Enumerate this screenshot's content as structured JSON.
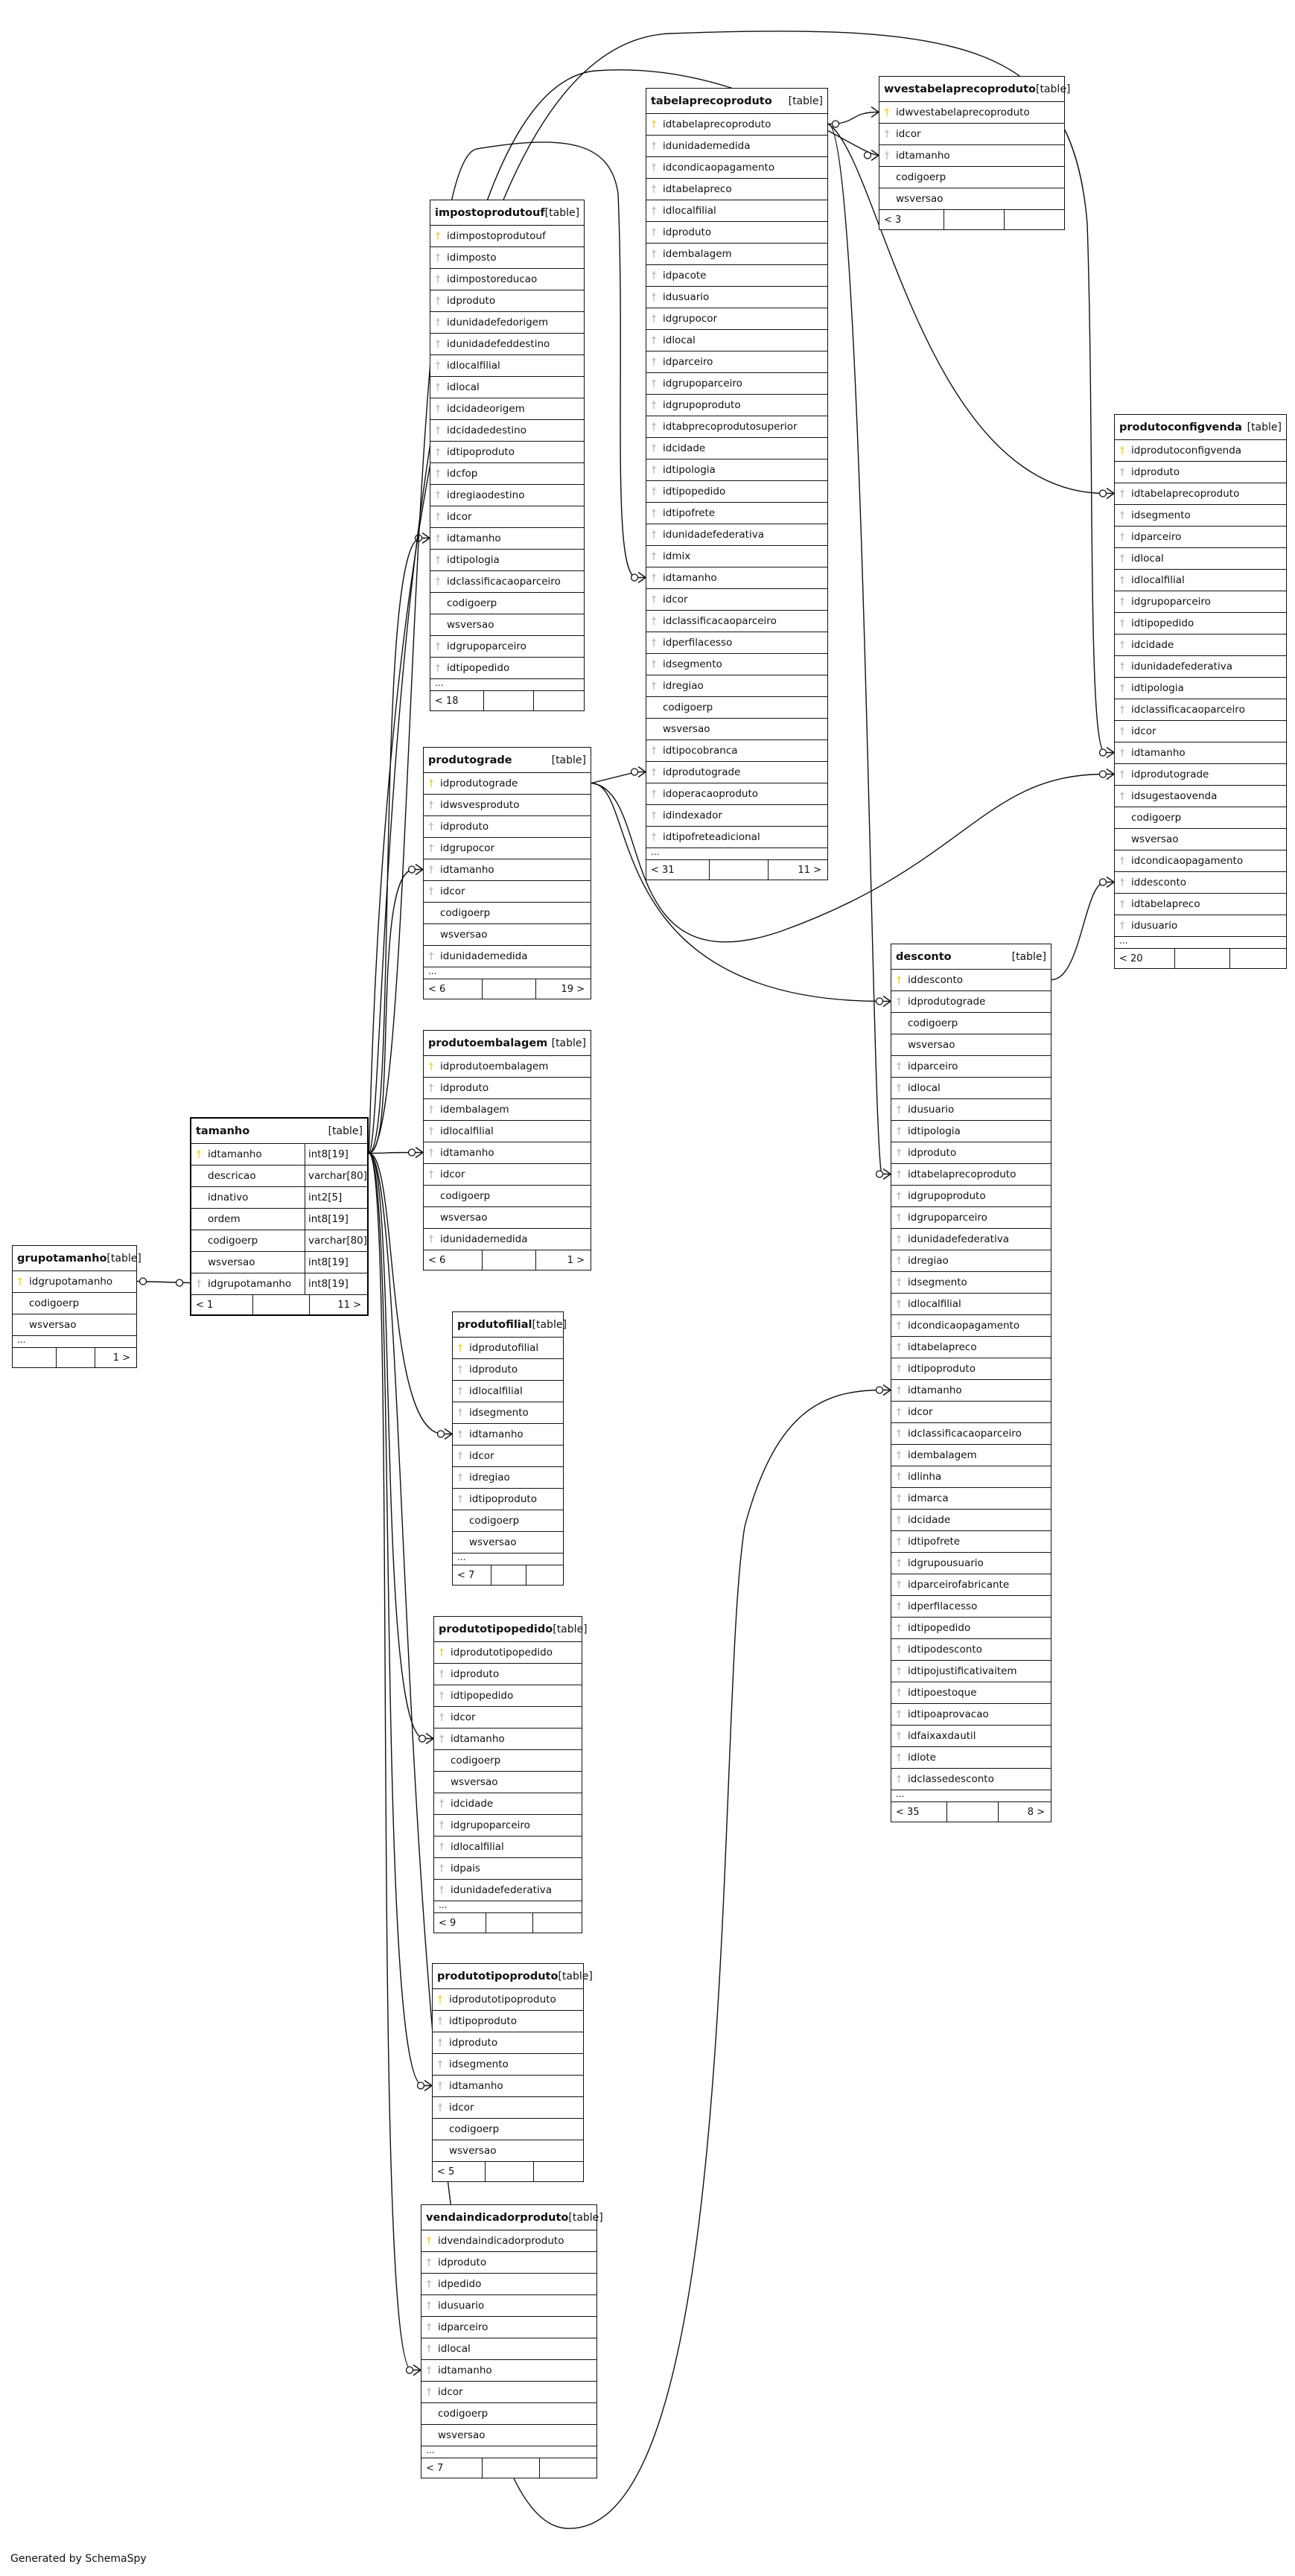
{
  "footer_text": "Generated by SchemaSpy",
  "table_tag": "[table]",
  "tables": [
    {
      "id": "impostoprodutouf",
      "name": "impostoprodutouf",
      "columns": [
        {
          "n": "idimpostoprodutouf",
          "k": "pk"
        },
        {
          "n": "idimposto",
          "k": "fk"
        },
        {
          "n": "idimpostoreducao",
          "k": "fk"
        },
        {
          "n": "idproduto",
          "k": "fk"
        },
        {
          "n": "idunidadefedorigem",
          "k": "fk"
        },
        {
          "n": "idunidadefeddestino",
          "k": "fk"
        },
        {
          "n": "idlocalfilial",
          "k": "fk"
        },
        {
          "n": "idlocal",
          "k": "fk"
        },
        {
          "n": "idcidadeorigem",
          "k": "fk"
        },
        {
          "n": "idcidadedestino",
          "k": "fk"
        },
        {
          "n": "idtipoproduto",
          "k": "fk"
        },
        {
          "n": "idcfop",
          "k": "fk"
        },
        {
          "n": "idregiaodestino",
          "k": "fk"
        },
        {
          "n": "idcor",
          "k": "fk"
        },
        {
          "n": "idtamanho",
          "k": "fk"
        },
        {
          "n": "idtipologia",
          "k": "fk"
        },
        {
          "n": "idclassificacaoparceiro",
          "k": "fk"
        },
        {
          "n": "codigoerp",
          "k": ""
        },
        {
          "n": "wsversao",
          "k": ""
        },
        {
          "n": "idgrupoparceiro",
          "k": "fk"
        },
        {
          "n": "idtipopedido",
          "k": "fk"
        }
      ],
      "ellipsis": "...",
      "foot_left": "< 18",
      "foot_right": ""
    },
    {
      "id": "produtograde",
      "name": "produtograde",
      "columns": [
        {
          "n": "idprodutograde",
          "k": "pk"
        },
        {
          "n": "idwsvesproduto",
          "k": "fk"
        },
        {
          "n": "idproduto",
          "k": "fk"
        },
        {
          "n": "idgrupocor",
          "k": "fk"
        },
        {
          "n": "idtamanho",
          "k": "fk"
        },
        {
          "n": "idcor",
          "k": "fk"
        },
        {
          "n": "codigoerp",
          "k": ""
        },
        {
          "n": "wsversao",
          "k": ""
        },
        {
          "n": "idunidademedida",
          "k": "fk"
        }
      ],
      "ellipsis": "...",
      "foot_left": "< 6",
      "foot_right": "19 >"
    },
    {
      "id": "produtoembalagem",
      "name": "produtoembalagem",
      "columns": [
        {
          "n": "idprodutoembalagem",
          "k": "pk"
        },
        {
          "n": "idproduto",
          "k": "fk"
        },
        {
          "n": "idembalagem",
          "k": "fk"
        },
        {
          "n": "idlocalfilial",
          "k": "fk"
        },
        {
          "n": "idtamanho",
          "k": "fk"
        },
        {
          "n": "idcor",
          "k": "fk"
        },
        {
          "n": "codigoerp",
          "k": ""
        },
        {
          "n": "wsversao",
          "k": ""
        },
        {
          "n": "idunidademedida",
          "k": "fk"
        }
      ],
      "ellipsis": "",
      "foot_left": "< 6",
      "foot_right": "1 >"
    },
    {
      "id": "tamanho",
      "name": "tamanho",
      "focus": true,
      "columns": [
        {
          "n": "idtamanho",
          "k": "pk",
          "t": "int8[19]"
        },
        {
          "n": "descricao",
          "k": "",
          "t": "varchar[80]"
        },
        {
          "n": "idnativo",
          "k": "",
          "t": "int2[5]"
        },
        {
          "n": "ordem",
          "k": "",
          "t": "int8[19]"
        },
        {
          "n": "codigoerp",
          "k": "",
          "t": "varchar[80]"
        },
        {
          "n": "wsversao",
          "k": "",
          "t": "int8[19]"
        },
        {
          "n": "idgrupotamanho",
          "k": "fk",
          "t": "int8[19]"
        }
      ],
      "ellipsis": "",
      "foot_left": "< 1",
      "foot_right": "11 >"
    },
    {
      "id": "grupotamanho",
      "name": "grupotamanho",
      "columns": [
        {
          "n": "idgrupotamanho",
          "k": "pk"
        },
        {
          "n": "codigoerp",
          "k": ""
        },
        {
          "n": "wsversao",
          "k": ""
        }
      ],
      "ellipsis": "...",
      "foot_left": "",
      "foot_right": "1 >"
    },
    {
      "id": "produtofilial",
      "name": "produtofilial",
      "columns": [
        {
          "n": "idprodutofilial",
          "k": "pk"
        },
        {
          "n": "idproduto",
          "k": "fk"
        },
        {
          "n": "idlocalfilial",
          "k": "fk"
        },
        {
          "n": "idsegmento",
          "k": "fk"
        },
        {
          "n": "idtamanho",
          "k": "fk"
        },
        {
          "n": "idcor",
          "k": "fk"
        },
        {
          "n": "idregiao",
          "k": "fk"
        },
        {
          "n": "idtipoproduto",
          "k": "fk"
        },
        {
          "n": "codigoerp",
          "k": ""
        },
        {
          "n": "wsversao",
          "k": ""
        }
      ],
      "ellipsis": "...",
      "foot_left": "< 7",
      "foot_right": ""
    },
    {
      "id": "produtotipopedido",
      "name": "produtotipopedido",
      "columns": [
        {
          "n": "idprodutotipopedido",
          "k": "pk"
        },
        {
          "n": "idproduto",
          "k": "fk"
        },
        {
          "n": "idtipopedido",
          "k": "fk"
        },
        {
          "n": "idcor",
          "k": "fk"
        },
        {
          "n": "idtamanho",
          "k": "fk"
        },
        {
          "n": "codigoerp",
          "k": ""
        },
        {
          "n": "wsversao",
          "k": ""
        },
        {
          "n": "idcidade",
          "k": "fk"
        },
        {
          "n": "idgrupoparceiro",
          "k": "fk"
        },
        {
          "n": "idlocalfilial",
          "k": "fk"
        },
        {
          "n": "idpais",
          "k": "fk"
        },
        {
          "n": "idunidadefederativa",
          "k": "fk"
        }
      ],
      "ellipsis": "...",
      "foot_left": "< 9",
      "foot_right": ""
    },
    {
      "id": "produtotipoproduto",
      "name": "produtotipoproduto",
      "columns": [
        {
          "n": "idprodutotipoproduto",
          "k": "pk"
        },
        {
          "n": "idtipoproduto",
          "k": "fk"
        },
        {
          "n": "idproduto",
          "k": "fk"
        },
        {
          "n": "idsegmento",
          "k": "fk"
        },
        {
          "n": "idtamanho",
          "k": "fk"
        },
        {
          "n": "idcor",
          "k": "fk"
        },
        {
          "n": "codigoerp",
          "k": ""
        },
        {
          "n": "wsversao",
          "k": ""
        }
      ],
      "ellipsis": "",
      "foot_left": "< 5",
      "foot_right": ""
    },
    {
      "id": "vendaindicadorproduto",
      "name": "vendaindicadorproduto",
      "columns": [
        {
          "n": "idvendaindicadorproduto",
          "k": "pk"
        },
        {
          "n": "idproduto",
          "k": "fk"
        },
        {
          "n": "idpedido",
          "k": "fk"
        },
        {
          "n": "idusuario",
          "k": "fk"
        },
        {
          "n": "idparceiro",
          "k": "fk"
        },
        {
          "n": "idlocal",
          "k": "fk"
        },
        {
          "n": "idtamanho",
          "k": "fk"
        },
        {
          "n": "idcor",
          "k": "fk"
        },
        {
          "n": "codigoerp",
          "k": ""
        },
        {
          "n": "wsversao",
          "k": ""
        }
      ],
      "ellipsis": "...",
      "foot_left": "< 7",
      "foot_right": ""
    },
    {
      "id": "tabelaprecoproduto",
      "name": "tabelaprecoproduto",
      "columns": [
        {
          "n": "idtabelaprecoproduto",
          "k": "pk"
        },
        {
          "n": "idunidademedida",
          "k": "fk"
        },
        {
          "n": "idcondicaopagamento",
          "k": "fk"
        },
        {
          "n": "idtabelapreco",
          "k": "fk"
        },
        {
          "n": "idlocalfilial",
          "k": "fk"
        },
        {
          "n": "idproduto",
          "k": "fk"
        },
        {
          "n": "idembalagem",
          "k": "fk"
        },
        {
          "n": "idpacote",
          "k": "fk"
        },
        {
          "n": "idusuario",
          "k": "fk"
        },
        {
          "n": "idgrupocor",
          "k": "fk"
        },
        {
          "n": "idlocal",
          "k": "fk"
        },
        {
          "n": "idparceiro",
          "k": "fk"
        },
        {
          "n": "idgrupoparceiro",
          "k": "fk"
        },
        {
          "n": "idgrupoproduto",
          "k": "fk"
        },
        {
          "n": "idtabprecoprodutosuperior",
          "k": "fk"
        },
        {
          "n": "idcidade",
          "k": "fk"
        },
        {
          "n": "idtipologia",
          "k": "fk"
        },
        {
          "n": "idtipopedido",
          "k": "fk"
        },
        {
          "n": "idtipofrete",
          "k": "fk"
        },
        {
          "n": "idunidadefederativa",
          "k": "fk"
        },
        {
          "n": "idmix",
          "k": "fk"
        },
        {
          "n": "idtamanho",
          "k": "fk"
        },
        {
          "n": "idcor",
          "k": "fk"
        },
        {
          "n": "idclassificacaoparceiro",
          "k": "fk"
        },
        {
          "n": "idperfilacesso",
          "k": "fk"
        },
        {
          "n": "idsegmento",
          "k": "fk"
        },
        {
          "n": "idregiao",
          "k": "fk"
        },
        {
          "n": "codigoerp",
          "k": ""
        },
        {
          "n": "wsversao",
          "k": ""
        },
        {
          "n": "idtipocobranca",
          "k": "fk"
        },
        {
          "n": "idprodutograde",
          "k": "fk"
        },
        {
          "n": "idoperacaoproduto",
          "k": "fk"
        },
        {
          "n": "idindexador",
          "k": "fk"
        },
        {
          "n": "idtipofreteadicional",
          "k": "fk"
        }
      ],
      "ellipsis": "...",
      "foot_left": "< 31",
      "foot_right": "11 >"
    },
    {
      "id": "wvestabelaprecoproduto",
      "name": "wvestabelaprecoproduto",
      "columns": [
        {
          "n": "idwvestabelaprecoproduto",
          "k": "pk"
        },
        {
          "n": "idcor",
          "k": "fk"
        },
        {
          "n": "idtamanho",
          "k": "fk"
        },
        {
          "n": "codigoerp",
          "k": ""
        },
        {
          "n": "wsversao",
          "k": ""
        }
      ],
      "ellipsis": "",
      "foot_left": "< 3",
      "foot_right": ""
    },
    {
      "id": "produtoconfigvenda",
      "name": "produtoconfigvenda",
      "columns": [
        {
          "n": "idprodutoconfigvenda",
          "k": "pk"
        },
        {
          "n": "idproduto",
          "k": "fk"
        },
        {
          "n": "idtabelaprecoproduto",
          "k": "fk"
        },
        {
          "n": "idsegmento",
          "k": "fk"
        },
        {
          "n": "idparceiro",
          "k": "fk"
        },
        {
          "n": "idlocal",
          "k": "fk"
        },
        {
          "n": "idlocalfilial",
          "k": "fk"
        },
        {
          "n": "idgrupoparceiro",
          "k": "fk"
        },
        {
          "n": "idtipopedido",
          "k": "fk"
        },
        {
          "n": "idcidade",
          "k": "fk"
        },
        {
          "n": "idunidadefederativa",
          "k": "fk"
        },
        {
          "n": "idtipologia",
          "k": "fk"
        },
        {
          "n": "idclassificacaoparceiro",
          "k": "fk"
        },
        {
          "n": "idcor",
          "k": "fk"
        },
        {
          "n": "idtamanho",
          "k": "fk"
        },
        {
          "n": "idprodutograde",
          "k": "fk"
        },
        {
          "n": "idsugestaovenda",
          "k": "fk"
        },
        {
          "n": "codigoerp",
          "k": ""
        },
        {
          "n": "wsversao",
          "k": ""
        },
        {
          "n": "idcondicaopagamento",
          "k": "fk"
        },
        {
          "n": "iddesconto",
          "k": "fk"
        },
        {
          "n": "idtabelapreco",
          "k": "fk"
        },
        {
          "n": "idusuario",
          "k": "fk"
        }
      ],
      "ellipsis": "...",
      "foot_left": "< 20",
      "foot_right": ""
    },
    {
      "id": "desconto",
      "name": "desconto",
      "columns": [
        {
          "n": "iddesconto",
          "k": "pk"
        },
        {
          "n": "idprodutograde",
          "k": "fk"
        },
        {
          "n": "codigoerp",
          "k": ""
        },
        {
          "n": "wsversao",
          "k": ""
        },
        {
          "n": "idparceiro",
          "k": "fk"
        },
        {
          "n": "idlocal",
          "k": "fk"
        },
        {
          "n": "idusuario",
          "k": "fk"
        },
        {
          "n": "idtipologia",
          "k": "fk"
        },
        {
          "n": "idproduto",
          "k": "fk"
        },
        {
          "n": "idtabelaprecoproduto",
          "k": "fk"
        },
        {
          "n": "idgrupoproduto",
          "k": "fk"
        },
        {
          "n": "idgrupoparceiro",
          "k": "fk"
        },
        {
          "n": "idunidadefederativa",
          "k": "fk"
        },
        {
          "n": "idregiao",
          "k": "fk"
        },
        {
          "n": "idsegmento",
          "k": "fk"
        },
        {
          "n": "idlocalfilial",
          "k": "fk"
        },
        {
          "n": "idcondicaopagamento",
          "k": "fk"
        },
        {
          "n": "idtabelapreco",
          "k": "fk"
        },
        {
          "n": "idtipoproduto",
          "k": "fk"
        },
        {
          "n": "idtamanho",
          "k": "fk"
        },
        {
          "n": "idcor",
          "k": "fk"
        },
        {
          "n": "idclassificacaoparceiro",
          "k": "fk"
        },
        {
          "n": "idembalagem",
          "k": "fk"
        },
        {
          "n": "idlinha",
          "k": "fk"
        },
        {
          "n": "idmarca",
          "k": "fk"
        },
        {
          "n": "idcidade",
          "k": "fk"
        },
        {
          "n": "idtipofrete",
          "k": "fk"
        },
        {
          "n": "idgrupousuario",
          "k": "fk"
        },
        {
          "n": "idparceirofabricante",
          "k": "fk"
        },
        {
          "n": "idperfilacesso",
          "k": "fk"
        },
        {
          "n": "idtipopedido",
          "k": "fk"
        },
        {
          "n": "idtipodesconto",
          "k": "fk"
        },
        {
          "n": "idtipojustificativaitem",
          "k": "fk"
        },
        {
          "n": "idtipoestoque",
          "k": "fk"
        },
        {
          "n": "idtipoaprovacao",
          "k": "fk"
        },
        {
          "n": "idfaixaxdautil",
          "k": "fk"
        },
        {
          "n": "idlote",
          "k": "fk"
        },
        {
          "n": "idclassedesconto",
          "k": "fk"
        }
      ],
      "ellipsis": "...",
      "foot_left": "< 35",
      "foot_right": "8 >"
    }
  ]
}
